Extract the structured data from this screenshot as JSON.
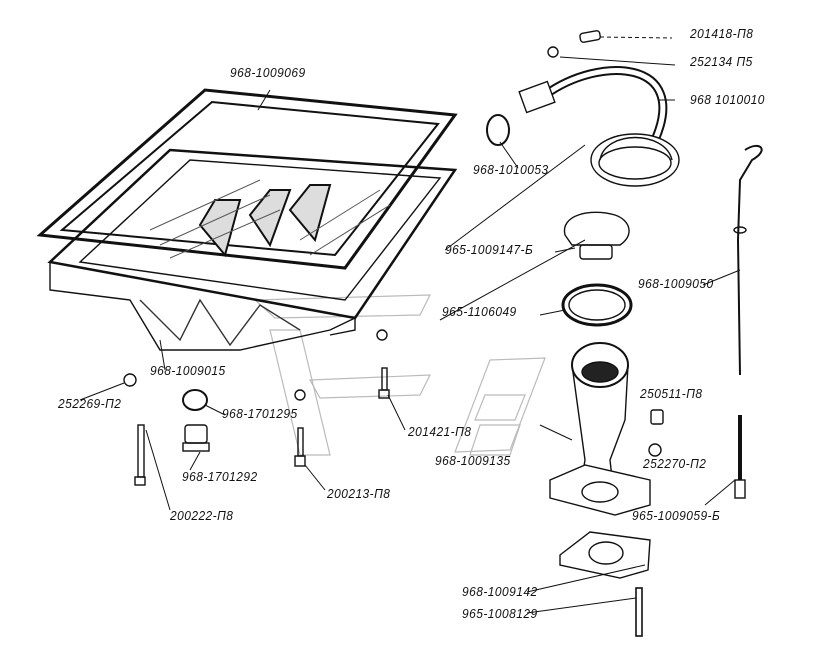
{
  "labels": {
    "oil_pan_gasket": "968-1009069",
    "bolt_top": "201418-П8",
    "washer_top": "252134 П5",
    "oil_pickup_tube": "968 1010010",
    "pickup_seal": "968-1010053",
    "filler_cap": "965-1009147-Б",
    "dipstick": "968-1009050",
    "filler_gasket": "965-1106049",
    "oil_pan": "968-1009015",
    "washer_left": "252269-П2",
    "drain_plug_washer": "968-1701295",
    "bolt_middle": "201421-П8",
    "nut_right": "250511-П8",
    "drain_plug": "968-1701292",
    "filler_neck": "968-1009135",
    "bolt_short": "200213-П8",
    "washer_right": "252270-П2",
    "bolt_long": "200222-П8",
    "dipstick_tube": "965-1009059-Б",
    "neck_gasket": "968-1009142",
    "stud": "965-1008129"
  }
}
